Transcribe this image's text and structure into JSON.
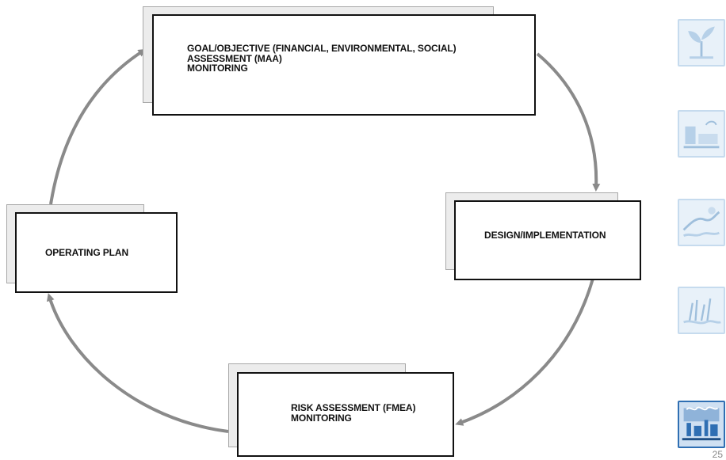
{
  "diagram": {
    "nodes": {
      "goal": [
        "GOAL/OBJECTIVE (FINANCIAL, ENVIRONMENTAL, SOCIAL)",
        "ASSESSMENT (MAA)",
        "MONITORING"
      ],
      "design": [
        "DESIGN/IMPLEMENTATION"
      ],
      "risk": [
        "RISK ASSESSMENT (FMEA)",
        "MONITORING"
      ],
      "plan": [
        "OPERATING PLAN"
      ]
    },
    "edges": [
      {
        "from": "goal",
        "to": "design"
      },
      {
        "from": "design",
        "to": "risk"
      },
      {
        "from": "risk",
        "to": "plan"
      },
      {
        "from": "plan",
        "to": "goal"
      }
    ],
    "arrow_color": "#8a8a8a",
    "box_border_color": "#111111"
  },
  "sidebar": {
    "icons": [
      {
        "name": "plant-sprout-icon",
        "active": false
      },
      {
        "name": "factory-monitor-icon",
        "active": false
      },
      {
        "name": "water-landscape-icon",
        "active": false
      },
      {
        "name": "wetland-reeds-icon",
        "active": false
      },
      {
        "name": "industrial-plant-icon",
        "active": true
      }
    ],
    "active_color": "#2f6fb3"
  },
  "footer": {
    "page_number": "25"
  }
}
